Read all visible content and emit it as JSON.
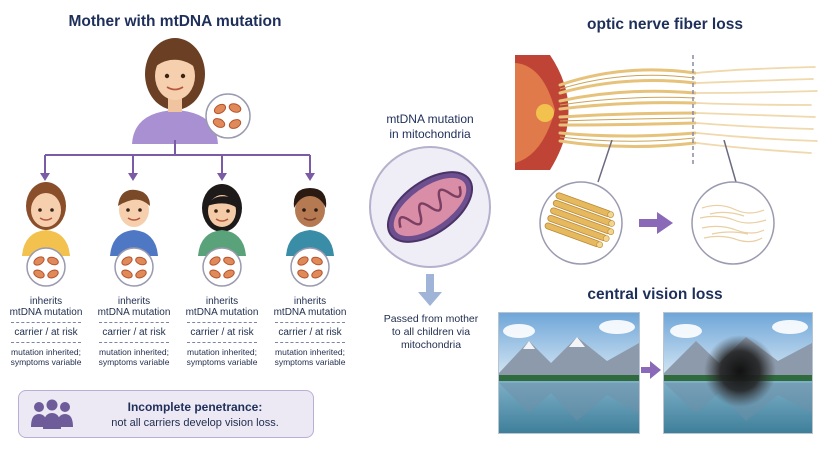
{
  "titles": {
    "mother": "Mother with mtDNA mutation",
    "optic": "optic nerve fiber loss",
    "central": "central vision loss"
  },
  "mito": {
    "label_line1": "mtDNA mutation",
    "label_line2": "in mitochondria",
    "caption_line1": "Passed from mother",
    "caption_line2": "to all children via",
    "caption_line3": "mitochondria"
  },
  "children": [
    {
      "line1": "inherits",
      "line2": "mtDNA mutation",
      "status": "carrier / at risk",
      "note1": "mutation inherited;",
      "note2": "symptoms variable"
    },
    {
      "line1": "inherits",
      "line2": "mtDNA mutation",
      "status": "carrier / at risk",
      "note1": "mutation inherited;",
      "note2": "symptoms variable"
    },
    {
      "line1": "inherits",
      "line2": "mtDNA mutation",
      "status": "carrier / at risk",
      "note1": "mutation inherited;",
      "note2": "symptoms variable"
    },
    {
      "line1": "inherits",
      "line2": "mtDNA mutation",
      "status": "carrier / at risk",
      "note1": "mutation inherited;",
      "note2": "symptoms variable"
    }
  ],
  "penetrance": {
    "heading": "Incomplete penetrance:",
    "body": "not all carriers develop vision loss."
  },
  "colors": {
    "accent": "#7b5aa6",
    "title": "#1e2f5a",
    "box_bg": "#ece8f4",
    "fiber": "#e6c27a"
  }
}
